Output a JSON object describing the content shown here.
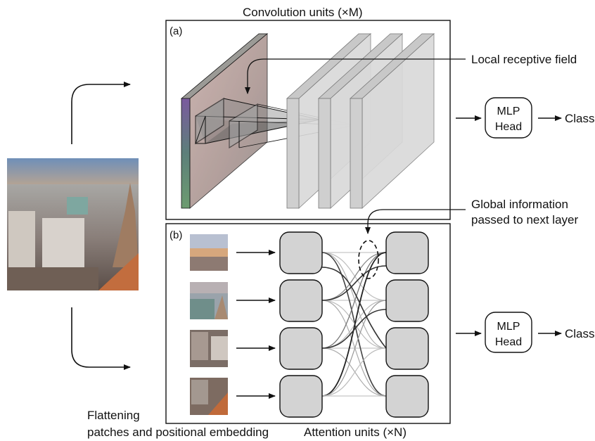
{
  "labels": {
    "conv_units": "Convolution units (×M)",
    "panel_a": "(a)",
    "panel_b": "(b)",
    "local_field": "Local receptive field",
    "global_info_1": "Global information",
    "global_info_2": "passed to next layer",
    "mlp_line1": "MLP",
    "mlp_line2": "Head",
    "class_label": "Class",
    "flatten_1": "Flattening",
    "flatten_2": "patches and positional embedding",
    "attention_units": "Attention units (×N)"
  },
  "colors": {
    "node_fill": "#d3d3d3",
    "plane_fill": "#d9d9d9",
    "stroke": "#111111"
  }
}
